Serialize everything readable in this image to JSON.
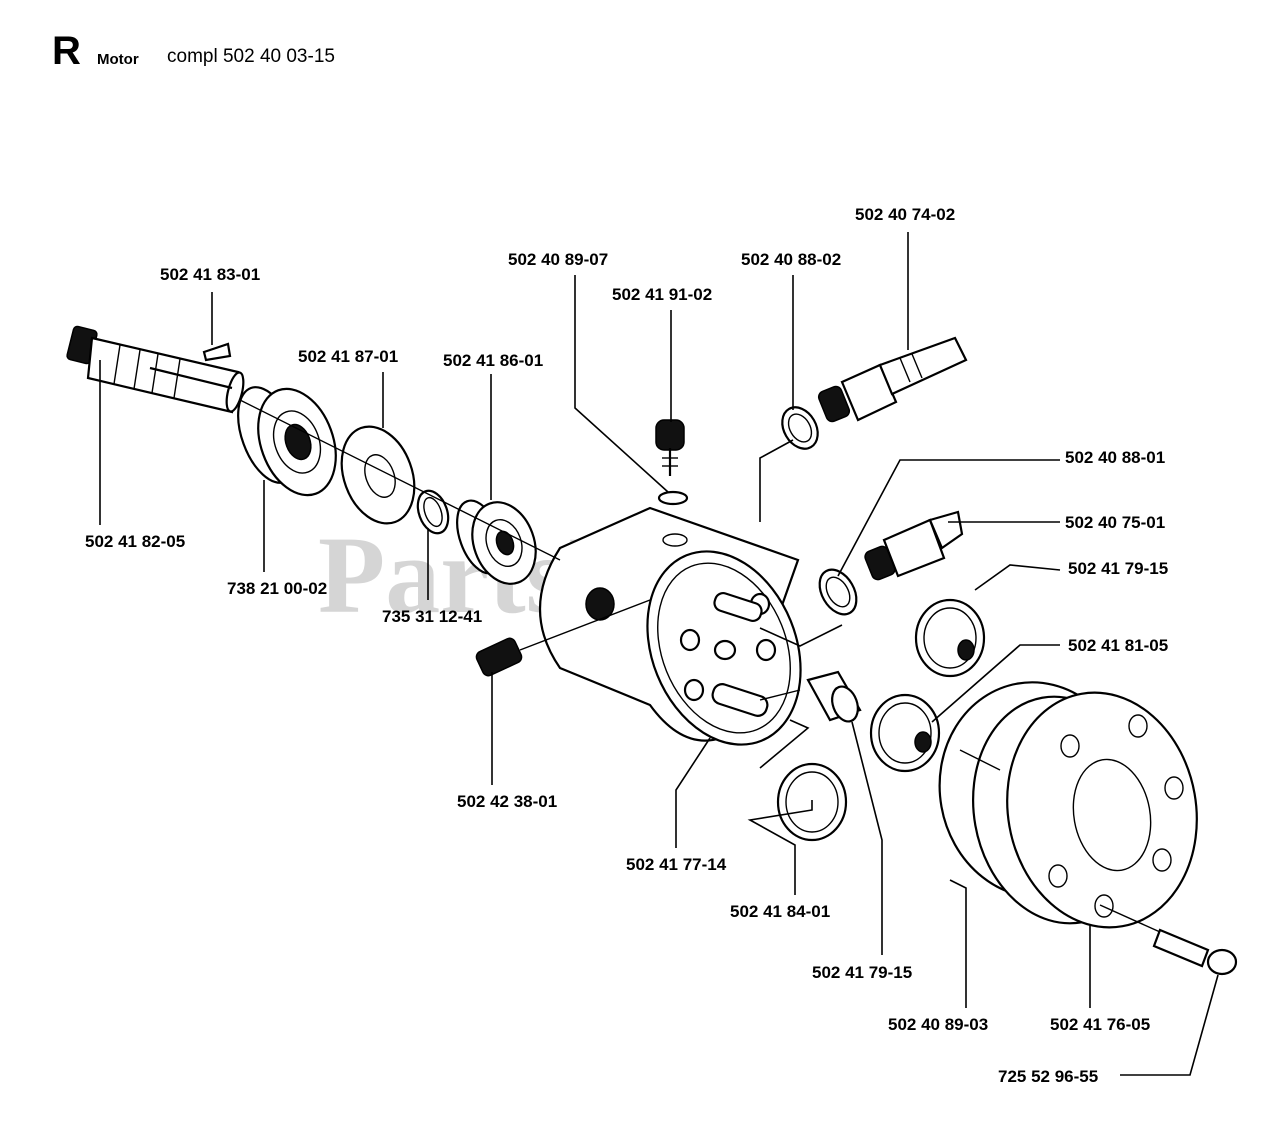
{
  "header": {
    "letter": "R",
    "word": "Motor",
    "part": "compl 502 40 03-15"
  },
  "watermark": "PartsTree",
  "callouts": {
    "shaft": "502 41 82-05",
    "key": "502 41 83-01",
    "bearing_large": "738 21 00-02",
    "washer": "502 41 87-01",
    "retaining_ring": "735 31 12-41",
    "bearing_small": "502 41 86-01",
    "set_screw": "502 42 38-01",
    "oring_small_top": "502 40 89-07",
    "bleed_screw": "502 41 91-02",
    "housing": "502 41 77-14",
    "oring_top": "502 40 88-02",
    "fitting_top": "502 40 74-02",
    "oring_right": "502 40 88-01",
    "fitting_right": "502 40 75-01",
    "gear_upper": "502 41 79-15",
    "gear_mid": "502 41 81-05",
    "gear_lower": "502 41 84-01",
    "bushing": "502 41 79-15",
    "oring_cover": "502 40 89-03",
    "cover": "502 41 76-05",
    "bolt": "725 52 96-55"
  }
}
